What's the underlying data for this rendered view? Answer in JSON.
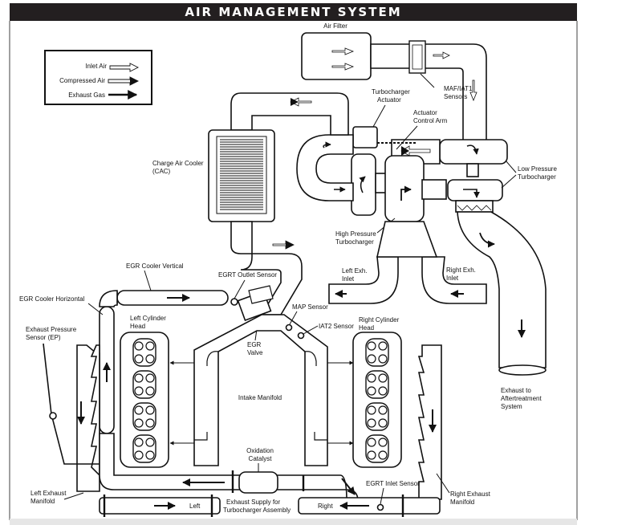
{
  "title": "AIR MANAGEMENT SYSTEM",
  "legend": {
    "inlet_air": "Inlet Air",
    "compressed_air": "Compressed Air",
    "exhaust_gas": "Exhaust Gas"
  },
  "labels": {
    "air_filter": "Air Filter",
    "turbo_actuator_1": "Turbocharger",
    "turbo_actuator_2": "Actuator",
    "maf_1": "MAF/IAT1",
    "maf_2": "Sensors",
    "arm_1": "Actuator",
    "arm_2": "Control Arm",
    "cac_1": "Charge Air Cooler",
    "cac_2": "(CAC)",
    "lpt_1": "Low Pressure",
    "lpt_2": "Turbocharger",
    "hpt_1": "High Pressure",
    "hpt_2": "Turbocharger",
    "left_exh_1": "Left Exh.",
    "left_exh_2": "Inlet",
    "right_exh_1": "Right Exh.",
    "right_exh_2": "Inlet",
    "egr_vertical": "EGR Cooler Vertical",
    "egrt_outlet": "EGRT Outlet Sensor",
    "egr_horizontal": "EGR Cooler Horizontal",
    "map_sensor": "MAP Sensor",
    "iat2_sensor": "IAT2 Sensor",
    "left_head_1": "Left Cylinder",
    "left_head_2": "Head",
    "right_head_1": "Right Cylinder",
    "right_head_2": "Head",
    "ep_1": "Exhaust Pressure",
    "ep_2": "Sensor (EP)",
    "egr_valve_1": "EGR",
    "egr_valve_2": "Valve",
    "intake_manifold": "Intake Manifold",
    "exhaust_after_1": "Exhaust to",
    "exhaust_after_2": "Aftertreatment",
    "exhaust_after_3": "System",
    "oxcat_1": "Oxidation",
    "oxcat_2": "Catalyst",
    "egrt_inlet": "EGRT Inlet Sensor",
    "left_exh_manifold_1": "Left Exhaust",
    "left_exh_manifold_2": "Manifold",
    "right_exh_manifold_1": "Right Exhaust",
    "right_exh_manifold_2": "Manifold",
    "left": "Left",
    "right": "Right",
    "supply_1": "Exhaust Supply for",
    "supply_2": "Turbocharger Assembly"
  }
}
